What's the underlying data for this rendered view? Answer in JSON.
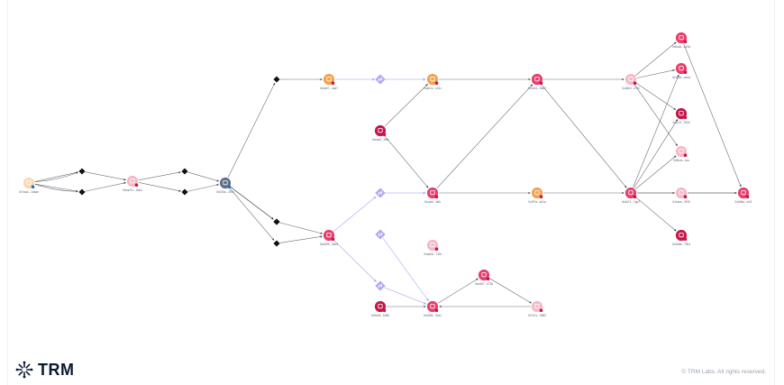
{
  "branding": {
    "logo_text": "TRM",
    "copyright": "© TRM Labs. All rights reserved."
  },
  "colors": {
    "orange": "#f5a24b",
    "orange_light": "#fbd7b3",
    "pink": "#ea3d6c",
    "pink_light": "#f6b9c7",
    "crimson": "#c3174a",
    "slate": "#5f6f85",
    "swap": "#b7a7f0",
    "edge": "#3a3f48",
    "edge_purple": "#b6b0f2"
  },
  "nodes": [
    {
      "id": "n_src",
      "type": "circle",
      "variant": "orange_light",
      "label": "0x7aa4...1daae",
      "badge": "blue"
    },
    {
      "id": "d1",
      "type": "diamond"
    },
    {
      "id": "d2",
      "type": "diamond"
    },
    {
      "id": "n_mid1",
      "type": "circle",
      "variant": "pink_light",
      "label": "0xba27c...3ba1"
    },
    {
      "id": "d3",
      "type": "diamond"
    },
    {
      "id": "d4",
      "type": "diamond"
    },
    {
      "id": "n_hub",
      "type": "circle",
      "variant": "slate",
      "label": "0x034a...39cc",
      "badge": "blue"
    },
    {
      "id": "d5",
      "type": "diamond"
    },
    {
      "id": "d6",
      "type": "diamond"
    },
    {
      "id": "d7",
      "type": "diamond"
    },
    {
      "id": "d8",
      "type": "diamond"
    },
    {
      "id": "n_o1",
      "type": "circle",
      "variant": "orange",
      "label": "0x4ae7...cad7"
    },
    {
      "id": "n_p1",
      "type": "circle",
      "variant": "pink",
      "label": "0xb695...3be8"
    },
    {
      "id": "s1",
      "type": "swap"
    },
    {
      "id": "s2",
      "type": "swap"
    },
    {
      "id": "s3",
      "type": "swap"
    },
    {
      "id": "s4",
      "type": "swap"
    },
    {
      "id": "n_o2",
      "type": "circle",
      "variant": "orange",
      "label": "0xa61c...c41c"
    },
    {
      "id": "n_c1",
      "type": "circle",
      "variant": "crimson",
      "label": "0xeac0...4bb"
    },
    {
      "id": "n_p2",
      "type": "circle",
      "variant": "pink",
      "label": "0xcca4...aeb"
    },
    {
      "id": "n_p2b",
      "type": "circle",
      "variant": "pink_light",
      "label": "0xba28...71fd"
    },
    {
      "id": "n_c2",
      "type": "circle",
      "variant": "crimson",
      "label": "0x5d45...6d3b"
    },
    {
      "id": "n_p3",
      "type": "circle",
      "variant": "pink",
      "label": "0x2a9e...9ca1"
    },
    {
      "id": "n_p4",
      "type": "circle",
      "variant": "pink",
      "label": "0xedb7...c738"
    },
    {
      "id": "n_pl1",
      "type": "circle",
      "variant": "pink_light",
      "label": "0x7e7c...9682"
    },
    {
      "id": "n_p5",
      "type": "circle",
      "variant": "pink",
      "label": "0x2d41...9ea7"
    },
    {
      "id": "n_o3",
      "type": "circle",
      "variant": "orange",
      "label": "0x0f7a...a41a"
    },
    {
      "id": "n_pl2",
      "type": "circle",
      "variant": "pink_light",
      "label": "0xa9e3...d7f4"
    },
    {
      "id": "n_p6",
      "type": "circle",
      "variant": "pink",
      "label": "0x3a71...7ga7"
    },
    {
      "id": "n_c3",
      "type": "circle",
      "variant": "pink",
      "label": "0x6a4c...a19a"
    },
    {
      "id": "n_c4",
      "type": "circle",
      "variant": "pink",
      "label": "0x3a2b...ab1d"
    },
    {
      "id": "n_c5",
      "type": "circle",
      "variant": "crimson",
      "label": "0x1c1f...7d33"
    },
    {
      "id": "n_pl3",
      "type": "circle",
      "variant": "pink_light",
      "label": "0x9b4c...ecc"
    },
    {
      "id": "n_pl4",
      "type": "circle",
      "variant": "pink_light",
      "label": "0x1aee...9f30"
    },
    {
      "id": "n_p7",
      "type": "circle",
      "variant": "pink",
      "label": "0x3d8a...cf41"
    },
    {
      "id": "n_c6",
      "type": "circle",
      "variant": "crimson",
      "label": "0x3e8a...79b4"
    }
  ],
  "edges": [
    [
      "n_src",
      "d1",
      "dark"
    ],
    [
      "n_src",
      "d1",
      "dark"
    ],
    [
      "n_src",
      "d2",
      "dark"
    ],
    [
      "n_src",
      "d2",
      "dark"
    ],
    [
      "d1",
      "n_mid1",
      "dark"
    ],
    [
      "d2",
      "n_mid1",
      "dark"
    ],
    [
      "n_mid1",
      "d3",
      "dark"
    ],
    [
      "n_mid1",
      "d4",
      "dark"
    ],
    [
      "d3",
      "n_hub",
      "dark"
    ],
    [
      "d4",
      "n_hub",
      "dark"
    ],
    [
      "n_hub",
      "d5",
      "dark"
    ],
    [
      "n_hub",
      "d6",
      "dark"
    ],
    [
      "n_hub",
      "d7",
      "dark"
    ],
    [
      "n_hub",
      "d8",
      "dark"
    ],
    [
      "d5",
      "n_o1",
      "dark"
    ],
    [
      "d8",
      "n_p1",
      "dark"
    ],
    [
      "d7",
      "n_p1",
      "dark"
    ],
    [
      "n_o1",
      "s1",
      "purple"
    ],
    [
      "s1",
      "n_o2",
      "purple"
    ],
    [
      "n_p1",
      "s2",
      "purple"
    ],
    [
      "n_p1",
      "s4",
      "purple"
    ],
    [
      "s2",
      "n_p2",
      "purple"
    ],
    [
      "s3",
      "n_p3",
      "purple"
    ],
    [
      "s4",
      "n_p3",
      "purple"
    ],
    [
      "n_c1",
      "n_o2",
      "dark"
    ],
    [
      "n_c1",
      "n_p2",
      "dark"
    ],
    [
      "n_p2",
      "n_o3",
      "dark"
    ],
    [
      "n_p2",
      "n_p5",
      "dark"
    ],
    [
      "n_o2",
      "n_p5",
      "dark"
    ],
    [
      "n_o3",
      "n_p6",
      "dark"
    ],
    [
      "n_p5",
      "n_p6",
      "dark"
    ],
    [
      "n_p5",
      "n_pl2",
      "dark"
    ],
    [
      "n_pl2",
      "n_c3",
      "dark"
    ],
    [
      "n_pl2",
      "n_c4",
      "dark"
    ],
    [
      "n_pl2",
      "n_c5",
      "dark"
    ],
    [
      "n_pl2",
      "n_pl3",
      "dark"
    ],
    [
      "n_p6",
      "n_c4",
      "dark"
    ],
    [
      "n_p6",
      "n_c5",
      "dark"
    ],
    [
      "n_p6",
      "n_pl4",
      "dark"
    ],
    [
      "n_p6",
      "n_p7",
      "dark"
    ],
    [
      "n_p6",
      "n_c6",
      "dark"
    ],
    [
      "n_p6",
      "n_pl3",
      "dark"
    ],
    [
      "n_c3",
      "n_p7",
      "dark"
    ],
    [
      "n_pl4",
      "n_p7",
      "dark"
    ],
    [
      "n_c2",
      "n_p3",
      "dark"
    ],
    [
      "n_p3",
      "n_p4",
      "dark"
    ],
    [
      "n_p4",
      "n_pl1",
      "dark"
    ],
    [
      "n_pl1",
      "n_p3",
      "dark"
    ]
  ]
}
